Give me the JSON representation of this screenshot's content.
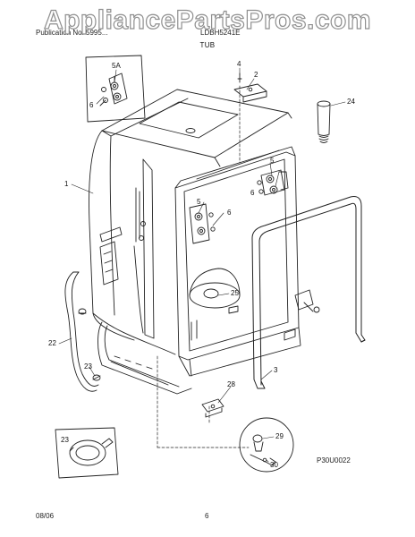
{
  "watermark": "AppliancePartsPros.com",
  "header": {
    "publication": "Publication No. 5995...",
    "model": "LDBH5241E",
    "section": "TUB"
  },
  "figure_code": "P30U0022",
  "footer": {
    "date": "08/06",
    "page": "6"
  },
  "callouts": [
    "5A",
    "6",
    "4",
    "2",
    "24",
    "1",
    "5",
    "6",
    "5",
    "6",
    "25",
    "22",
    "23",
    "3",
    "28",
    "29",
    "30",
    "23"
  ]
}
